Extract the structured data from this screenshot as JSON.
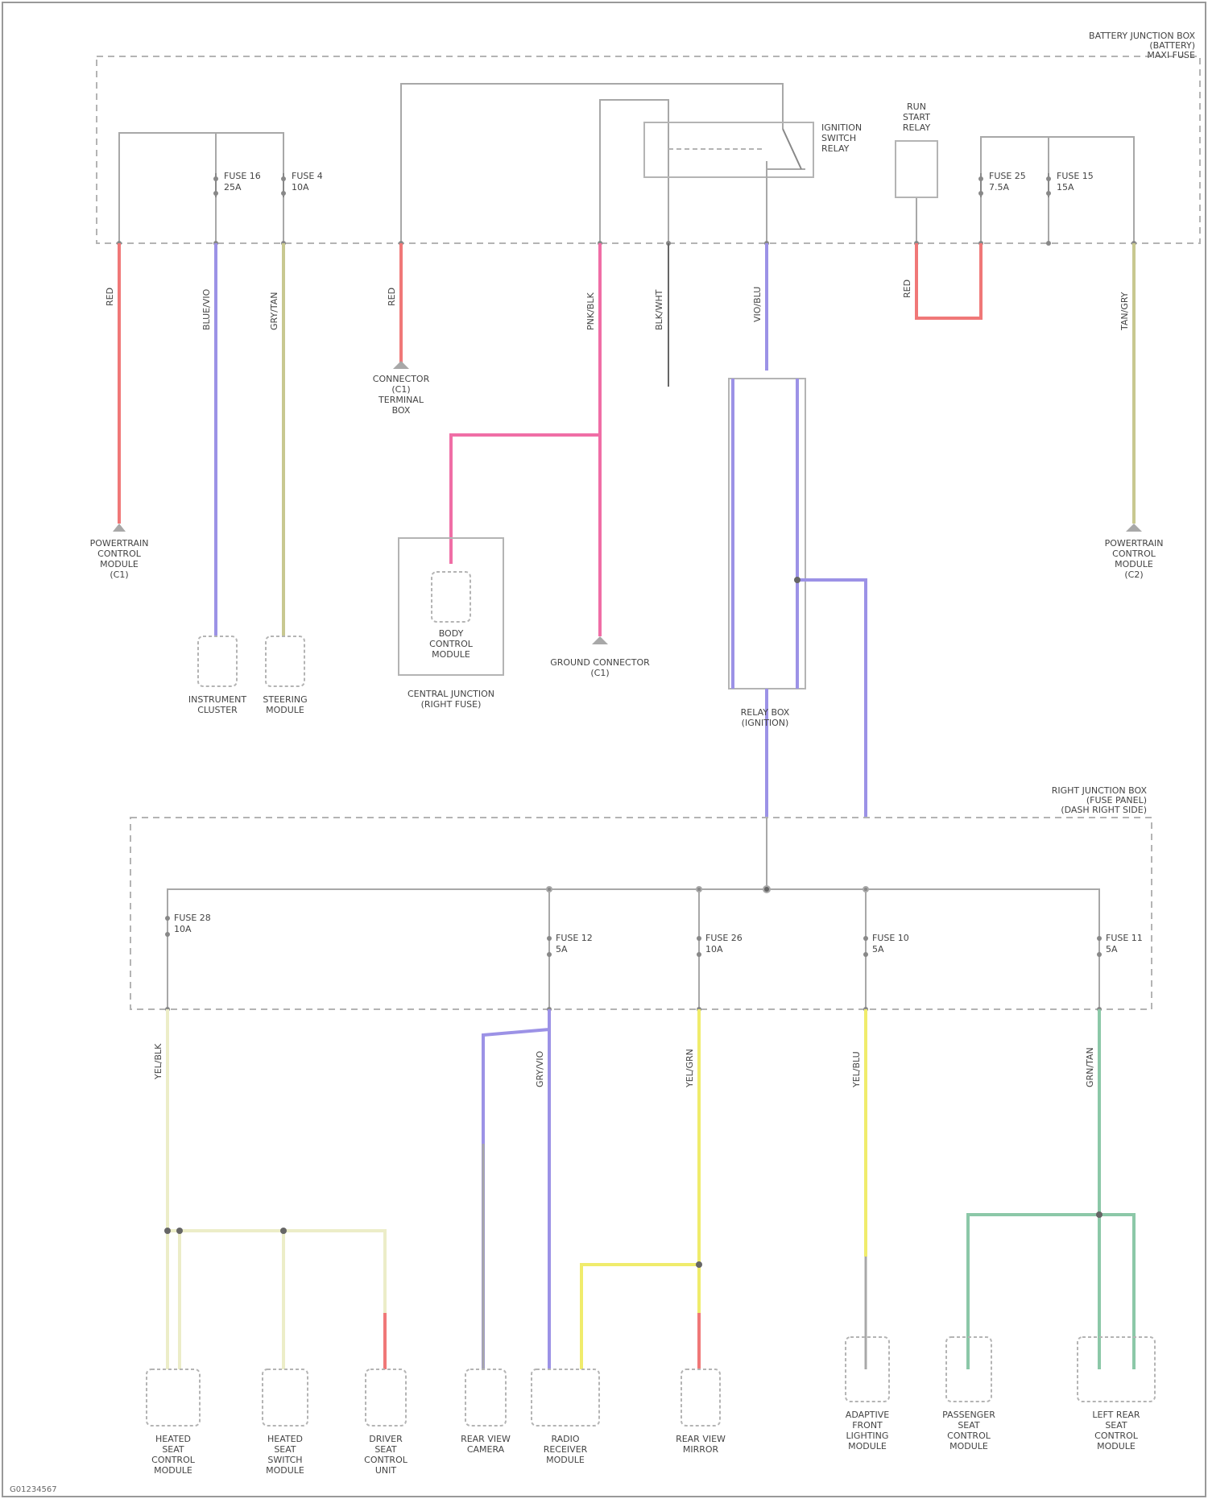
{
  "colors": {
    "red": "#f07878",
    "violet": "#9c92e6",
    "tan": "#c8c890",
    "pink": "#f06ea6",
    "yellow": "#f0ec6c",
    "green": "#8cc8a8",
    "gray": "#a8a8a8",
    "lightyellow": "#ecedc8",
    "box": "#b4b4b4"
  },
  "headers": {
    "top_box": [
      "BATTERY JUNCTION BOX",
      "(BATTERY)",
      "MAXI FUSE"
    ],
    "bottom_box": [
      "RIGHT JUNCTION BOX",
      "(FUSE PANEL)",
      "(DASH RIGHT SIDE)"
    ]
  },
  "top_fuses": [
    {
      "name": "FUSE 16",
      "rating": "25A"
    },
    {
      "name": "FUSE 4",
      "rating": "10A"
    },
    {
      "name": "FUSE 25",
      "rating": "7.5A"
    },
    {
      "name": "FUSE 15",
      "rating": "15A"
    }
  ],
  "bottom_fuses": [
    {
      "name": "FUSE 28",
      "rating": "10A"
    },
    {
      "name": "FUSE 12",
      "rating": "5A"
    },
    {
      "name": "FUSE 26",
      "rating": "10A"
    },
    {
      "name": "FUSE 10",
      "rating": "5A"
    },
    {
      "name": "FUSE 11",
      "rating": "5A"
    }
  ],
  "relays": {
    "ignition": [
      "IGNITION",
      "SWITCH",
      "RELAY"
    ],
    "run": [
      "RUN",
      "START",
      "RELAY"
    ],
    "body_module": [
      "BODY",
      "CONTROL",
      "MODULE"
    ]
  },
  "components": {
    "ground_left": [
      "POWERTRAIN",
      "CONTROL",
      "MODULE",
      "(C1)"
    ],
    "instrument_cluster": [
      "INSTRUMENT",
      "CLUSTER"
    ],
    "steering_module": [
      "STEERING",
      "MODULE"
    ],
    "ground_mid": [
      "CONNECTOR",
      "(C1)",
      "TERMINAL",
      "BOX"
    ],
    "central_junction": [
      "CENTRAL JUNCTION",
      "(RIGHT FUSE)"
    ],
    "ground_center": [
      "GROUND CONNECTOR",
      "(C1)"
    ],
    "relay_block": [
      "RELAY BOX",
      "(IGNITION)"
    ],
    "ground_right": [
      "POWERTRAIN",
      "CONTROL",
      "MODULE",
      "(C2)"
    ],
    "bl1": [
      "HEATED",
      "SEAT",
      "CONTROL",
      "MODULE"
    ],
    "bl2": [
      "HEATED",
      "SEAT",
      "SWITCH",
      "MODULE"
    ],
    "bl3": [
      "DRIVER",
      "SEAT",
      "CONTROL",
      "UNIT"
    ],
    "bm1": [
      "REAR VIEW",
      "CAMERA"
    ],
    "bm2": [
      "RADIO",
      "RECEIVER",
      "MODULE"
    ],
    "bm3": [
      "REAR VIEW",
      "MIRROR"
    ],
    "br1": [
      "ADAPTIVE",
      "FRONT",
      "LIGHTING",
      "MODULE"
    ],
    "br2": [
      "PASSENGER",
      "SEAT",
      "CONTROL",
      "MODULE"
    ],
    "br3": [
      "LEFT REAR",
      "SEAT",
      "CONTROL",
      "MODULE"
    ]
  },
  "wire_labels": {
    "w1": "RED",
    "w2": "BLUE/VIO",
    "w3": "GRY/TAN",
    "w4": "RED",
    "w5": "PNK/BLK",
    "w6": "BLK/WHT",
    "w7": "VIO/BLU",
    "w8": "RED",
    "w9": "TAN/GRY",
    "w10": "YEL/BLK",
    "w11": "GRY/VIO",
    "w12": "YEL/GRN",
    "w13": "YEL/BLU",
    "w14": "GRN/TAN"
  },
  "footer": "G01234567"
}
